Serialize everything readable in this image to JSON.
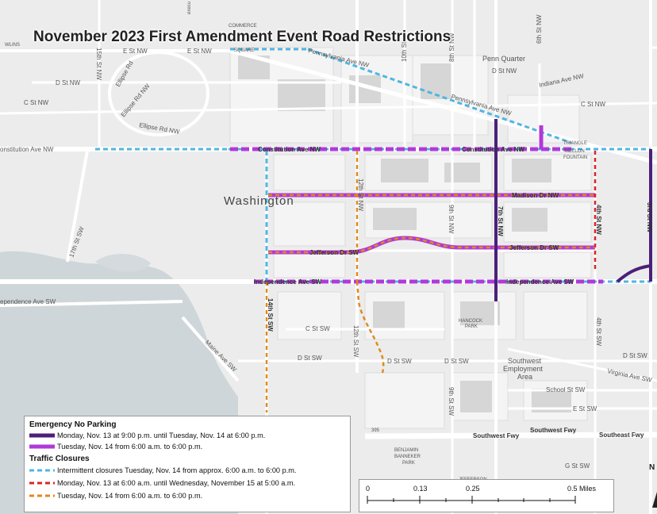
{
  "title": "November 2023 First Amendment Event Road Restrictions",
  "colors": {
    "dark_purple": "#4b1f7a",
    "purple": "#b03ad8",
    "light_blue": "#4fb6e0",
    "red": "#d9262b",
    "orange": "#e08a1c",
    "water": "#cfd6d9",
    "land": "#ececec",
    "road": "#ffffff"
  },
  "map_labels": {
    "city": "Washington",
    "constitution_ave": "Constitution Ave NW",
    "constitution_ave_w": "onstitution Ave NW",
    "constitution_ave_e": "Constitution Ave NW",
    "independence_ave": "Independence Ave SW",
    "independence_ave_e": "Independence Ave SW",
    "independence_ave_w": "ependence Ave SW",
    "madison": "Madison Dr NW",
    "jefferson": "Jefferson Dr SW",
    "jefferson_e": "Jefferson Dr SW",
    "pennsylvania": "Pennsylvania Ave NW",
    "pennsylvania_2": "Pennsylvania Ave NW",
    "indiana": "Indiana Ave NW",
    "e_st_1": "E St NW",
    "e_st_2": "E St NW",
    "d_st_nw": "D St NW",
    "d_st_nw_e": "D St NW",
    "c_st_nw": "C St NW",
    "c_st_nw_e": "C St NW",
    "ellipse_rd": "Ellipse Rd NW",
    "ellipse_rd_2": "Ellipse Rd",
    "ellipse_rd_3": "Ellipse Rd NW",
    "st_17": "17th St SW",
    "st_14": "14th St SW",
    "st_12nw": "12th St NW",
    "st_12sw": "12th St SW",
    "st_9nw": "9th St NW",
    "st_9sw": "9th St SW",
    "st_7": "7th St NW",
    "st_4nw": "4th St NW",
    "st_4sw": "4th St SW",
    "st_3": "3rd St NW",
    "st_6": "6th St NW",
    "st_15": "15th St NW",
    "st_10": "10th St",
    "st_8": "8th St NW",
    "c_st_sw": "C St SW",
    "d_st_sw": "D St SW",
    "d_st_sw_2": "D St SW",
    "d_st_sw_3": "D St SW",
    "d_st_sw_4": "D St SW",
    "e_st_sw": "E St SW",
    "g_st_sw": "G St SW",
    "school_st": "School St SW",
    "virginia": "Virginia Ave SW",
    "maine": "Maine Ave SW",
    "sw_fwy_1": "Southwest Fwy",
    "sw_fwy_2": "Southwest Fwy",
    "se_fwy": "Southeast Fwy",
    "penn_quarter": "Penn Quarter",
    "sw_employment_1": "Southwest",
    "sw_employment_2": "Employment",
    "sw_employment_3": "Area",
    "hancock_1": "HANCOCK",
    "hancock_2": "PARK",
    "triangle_1": "TRIANGLE",
    "triangle_2": "MELLON",
    "triangle_3": "FOUNTAIN",
    "banneker_1": "BENJAMIN",
    "banneker_2": "BANNEKER",
    "banneker_3": "PARK",
    "commerce": "COMMERCE",
    "square": "SQUARE",
    "wlins": "WLINS",
    "execu": "execu",
    "route_395": "395",
    "jefferson_bottom": "JEFFERSON",
    "north_n": "N"
  },
  "legend": {
    "heading_parking": "Emergency No Parking",
    "heading_closures": "Traffic Closures",
    "items": [
      {
        "label": "Monday, Nov. 13 at 9:00 p.m. until Tuesday, Nov. 14 at 6:00 p.m.",
        "style": "solid",
        "color": "#4b1f7a"
      },
      {
        "label": "Tuesday, Nov. 14 from 6:00 a.m. to 6:00 p.m.",
        "style": "solid",
        "color": "#b03ad8"
      },
      {
        "label": "Intermittent closures Tuesday, Nov. 14 from approx. 6:00 a.m. to 6:00 p.m.",
        "style": "dashed",
        "color": "#4fb6e0"
      },
      {
        "label": "Monday, Nov. 13 at 6:00 a.m. until Wednesday, November 15 at 5:00 a.m.",
        "style": "dashed",
        "color": "#d9262b"
      },
      {
        "label": "Tuesday, Nov. 14 from 6:00 a.m. to 6:00 p.m.",
        "style": "dashed",
        "color": "#e08a1c"
      }
    ]
  },
  "scale_bar": {
    "ticks": [
      "0",
      "0.13",
      "0.25",
      "0.5 Miles"
    ]
  }
}
